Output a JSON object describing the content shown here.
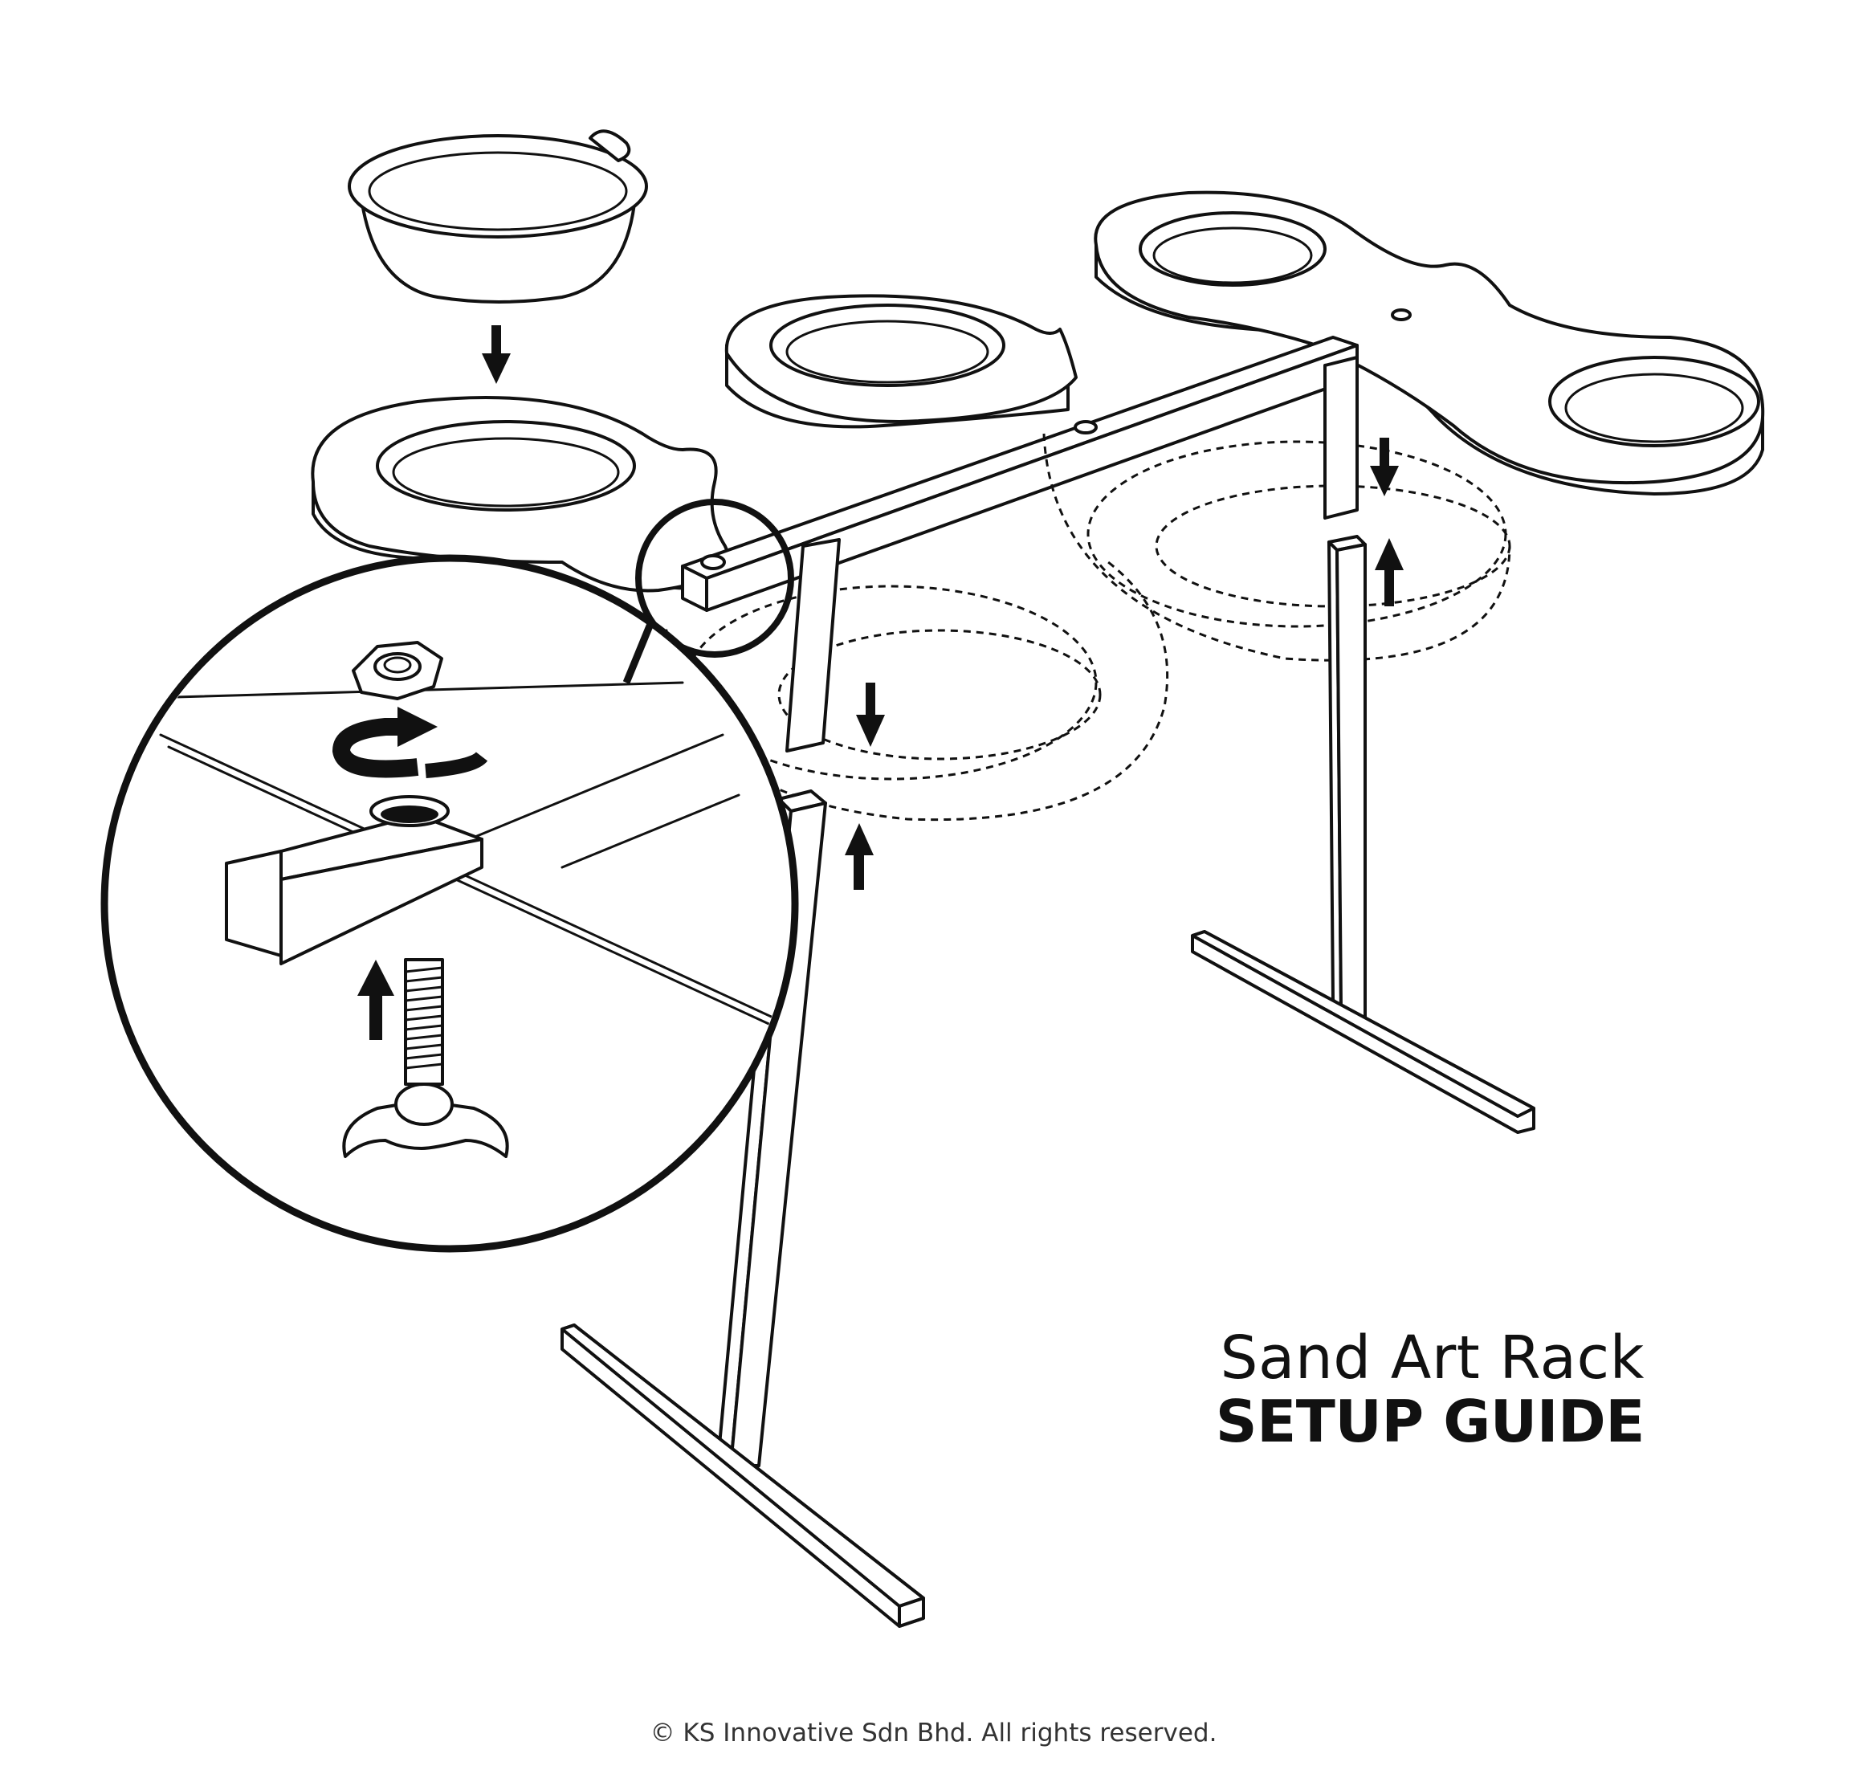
{
  "guide": {
    "product_name": "Sand Art Rack",
    "subtitle": "SETUP GUIDE",
    "copyright": "© KS Innovative Sdn Bhd.  All rights reserved."
  },
  "illustration": {
    "parts": [
      "bowl",
      "tray-left",
      "tray-right",
      "cross-bar",
      "leg-front",
      "leg-back",
      "hex-nut",
      "wing-bolt"
    ],
    "arrows": [
      "arrow-down",
      "arrow-up",
      "rotate-arrow"
    ],
    "colors": {
      "line": "#111111",
      "background": "#ffffff"
    }
  }
}
